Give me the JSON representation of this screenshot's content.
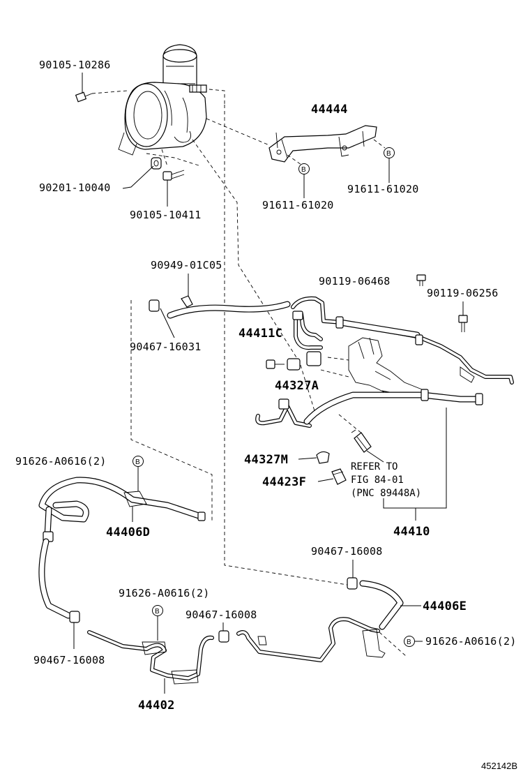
{
  "figure_id": "452142B",
  "callout_symbol": "B",
  "labels": {
    "p90105_10286": "90105-10286",
    "p44444": "44444",
    "p90201_10040": "90201-10040",
    "p90105_10411": "90105-10411",
    "p91611_61020_a": "91611-61020",
    "p91611_61020_b": "91611-61020",
    "p90949_01C05": "90949-01C05",
    "p90119_06468": "90119-06468",
    "p90119_06256": "90119-06256",
    "p90467_16031": "90467-16031",
    "p44411C": "44411C",
    "p44327A": "44327A",
    "p91626_A0616_2_a": "91626-A0616(2)",
    "p44327M": "44327M",
    "p44423F": "44423F",
    "p44406D": "44406D",
    "p44410": "44410",
    "p90467_16008_a": "90467-16008",
    "p44406E": "44406E",
    "p91626_A0616_2_b": "91626-A0616(2)",
    "p90467_16008_b": "90467-16008",
    "p91626_A0616_2_c": "91626-A0616(2)",
    "p90467_16008_c": "90467-16008",
    "p44402": "44402"
  },
  "note": {
    "line1": "REFER TO",
    "line2": "FIG 84-01",
    "line3": "(PNC 89448A)"
  }
}
